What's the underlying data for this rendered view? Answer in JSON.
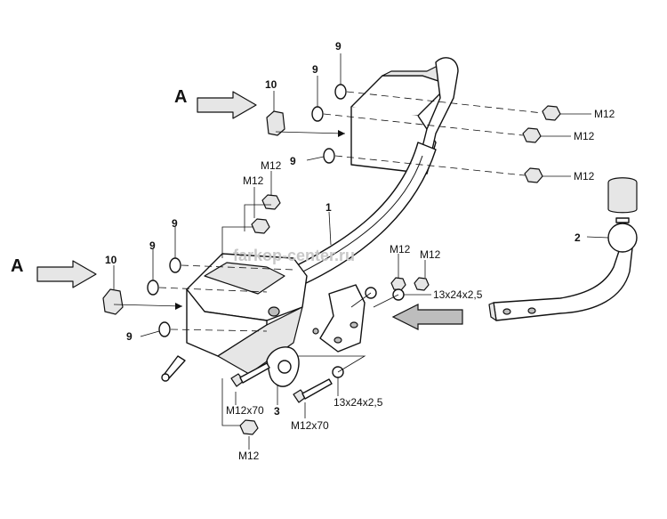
{
  "labels": {
    "view_a": "A",
    "part_1": "1",
    "part_2": "2",
    "part_3": "3",
    "washer_9": "9",
    "cap_10": "10",
    "m12": "M12",
    "m12x70": "M12x70",
    "washer_size": "13x24x2,5"
  },
  "watermark": "farkop-center.ru"
}
